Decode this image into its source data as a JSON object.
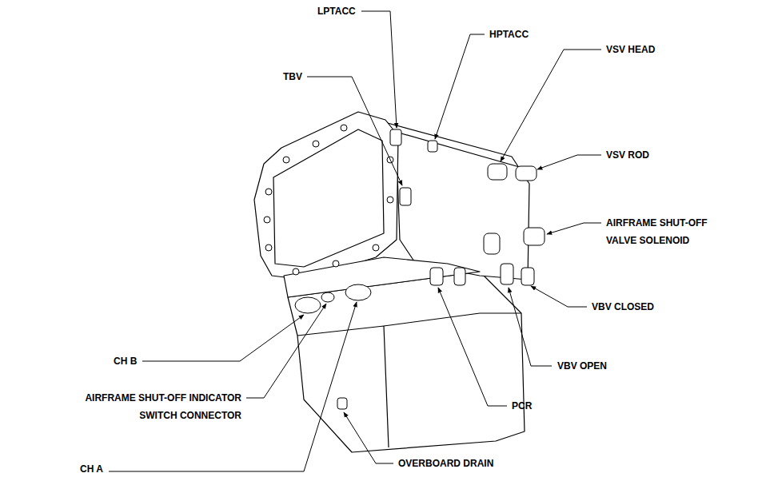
{
  "diagram": {
    "labels": [
      "LPTACC",
      "HPTACC",
      "TBV",
      "VSV HEAD",
      "VSV ROD",
      "AIRFRAME SHUT-OFF VALVE SOLENOID",
      "VBV CLOSED",
      "CH B",
      "VBV OPEN",
      "AIRFRAME SHUT-OFF INDICATOR SWITCH CONNECTOR",
      "PCR",
      "CH A",
      "OVERBOARD DRAIN"
    ]
  }
}
